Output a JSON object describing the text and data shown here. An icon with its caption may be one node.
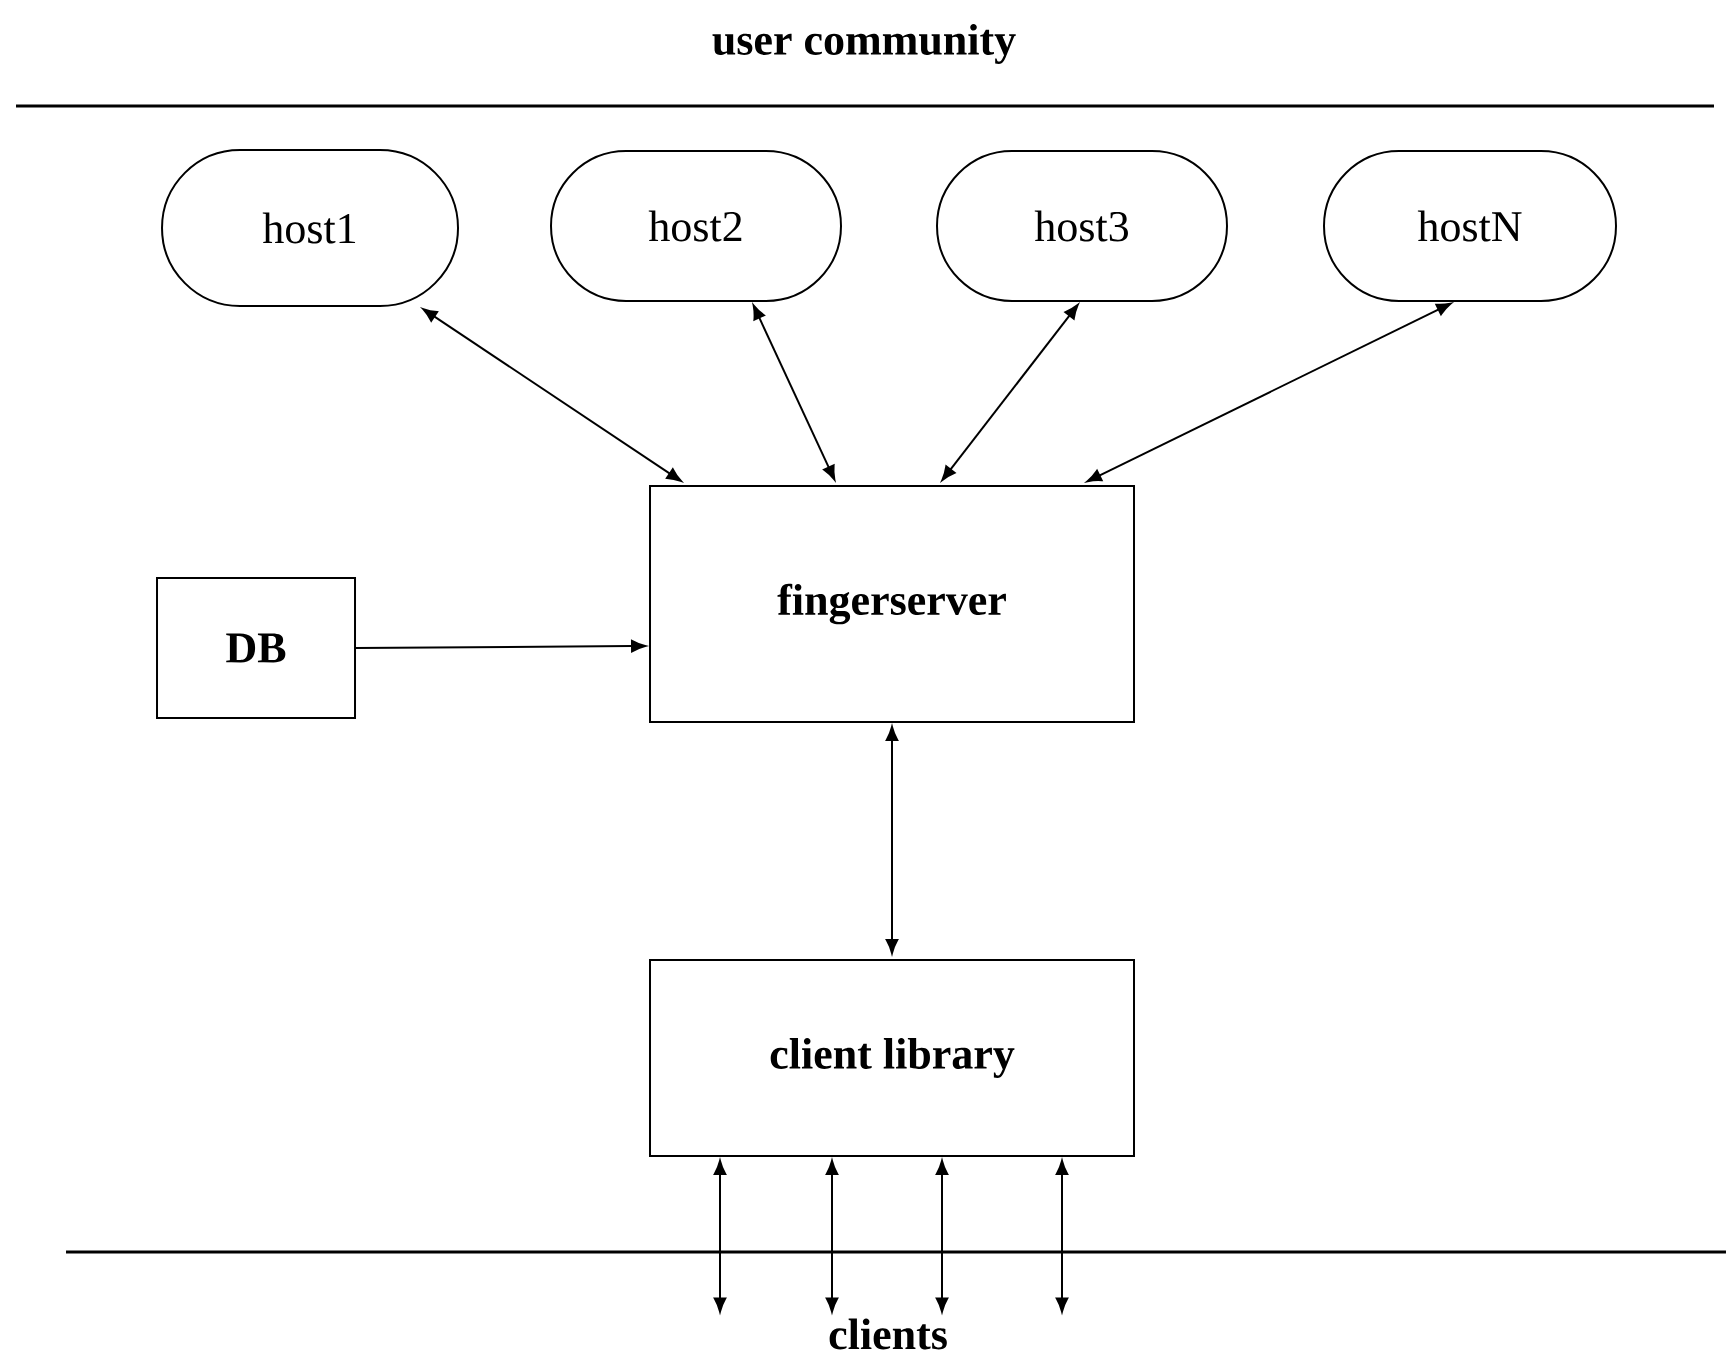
{
  "diagram": {
    "title": "user community",
    "nodes": [
      {
        "text": [
          "host1"
        ]
      },
      {
        "text": [
          "host2"
        ]
      },
      {
        "text": [
          "host3"
        ]
      },
      {
        "text": [
          "hostN"
        ]
      },
      {
        "text": [
          "fingerserver"
        ]
      },
      {
        "text": [
          "DB"
        ]
      },
      {
        "text": [
          "client library"
        ]
      },
      {
        "text": [
          "clients"
        ]
      }
    ],
    "edges": [
      {
        "from": 0,
        "to": 4,
        "arrow": "both"
      },
      {
        "from": 1,
        "to": 4,
        "arrow": "both"
      },
      {
        "from": 2,
        "to": 4,
        "arrow": "both"
      },
      {
        "from": 3,
        "to": 4,
        "arrow": "both"
      },
      {
        "from": 5,
        "to": 4,
        "arrow": "to"
      },
      {
        "from": 4,
        "to": 6,
        "arrow": "both"
      },
      {
        "from": 6,
        "to": 7,
        "arrow": "both"
      },
      {
        "from": 6,
        "to": 7,
        "arrow": "both"
      },
      {
        "from": 6,
        "to": 7,
        "arrow": "both"
      },
      {
        "from": 6,
        "to": 7,
        "arrow": "both"
      }
    ]
  }
}
